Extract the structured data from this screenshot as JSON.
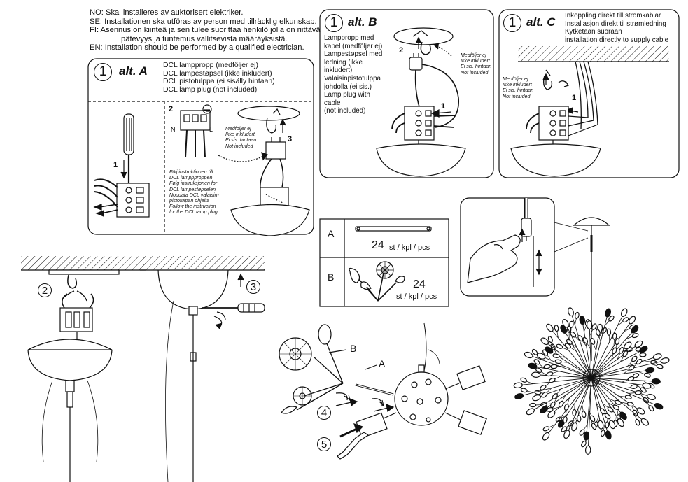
{
  "instructions": [
    "NO: Skal installeres av auktorisert elektriker.",
    "SE: Installationen ska utföras av person med tillräcklig elkunskap.",
    "FI:  Asennus on kiinteä ja sen tulee suorittaa henkilö jolla on riittävä",
    "pätevyys ja tuntemus vallitsevista määräyksistä.",
    "EN: Installation should be performed by a qualified electrician."
  ],
  "alt_a": {
    "number": "1",
    "title": "alt. A",
    "plug_lines": [
      "DCL lamppropp (medföljer ej)",
      "DCL lampestøpsel (ikke inkludert)",
      "DCL pistotulppa (ei sisälly hintaan)",
      "DCL lamp plug (not included)"
    ],
    "step1": "1",
    "step2": "2",
    "step3": "3",
    "terminal_n": "N",
    "terminal_l": "L",
    "follow_lines": [
      "Följ instruktionen till",
      "DCL lamppproppen",
      "Følg instruksjonen for",
      "DCL lampestøpselen",
      "Noudata DCL valaisin-",
      "pistotulpan ohjeita",
      "Follow the instruction",
      "for the DCL lamp plug"
    ],
    "hook_note": [
      "Medföljer ej",
      "Ikke inkludert",
      "Ei sis. hintaan",
      "Not included"
    ]
  },
  "alt_b": {
    "number": "1",
    "title": "alt. B",
    "lines": [
      "Lamppropp med",
      "kabel (medföljer ej)",
      "Lampestøpsel med",
      "ledning (ikke",
      "inkludert)",
      "Valaisinpistotulppa",
      "johdolla (ei sis.)",
      "Lamp plug with",
      "cable",
      "(not included)"
    ],
    "step1": "1",
    "step2": "2",
    "note": [
      "Medföljer ej",
      "Ikke inkludert",
      "Ei sis. hintaan",
      "Not included"
    ]
  },
  "alt_c": {
    "number": "1",
    "title": "alt. C",
    "lines": [
      "Inkoppling direkt till strömkablar",
      "Installasjon direkt til strømledning",
      "Kytketään suoraan",
      "installation directly to supply cable"
    ],
    "step1": "1",
    "note": [
      "Medföljer ej",
      "Ikke inkludert",
      "Ei sis. hintaan",
      "Not included"
    ]
  },
  "steps": {
    "two": "2",
    "three": "3",
    "four": "4",
    "five": "5"
  },
  "parts": [
    {
      "letter": "A",
      "count": "24",
      "unit": "st / kpl / pcs"
    },
    {
      "letter": "B",
      "count": "24",
      "unit": "st / kpl / pcs"
    }
  ],
  "assembly_labels": {
    "a": "A",
    "b": "B"
  }
}
